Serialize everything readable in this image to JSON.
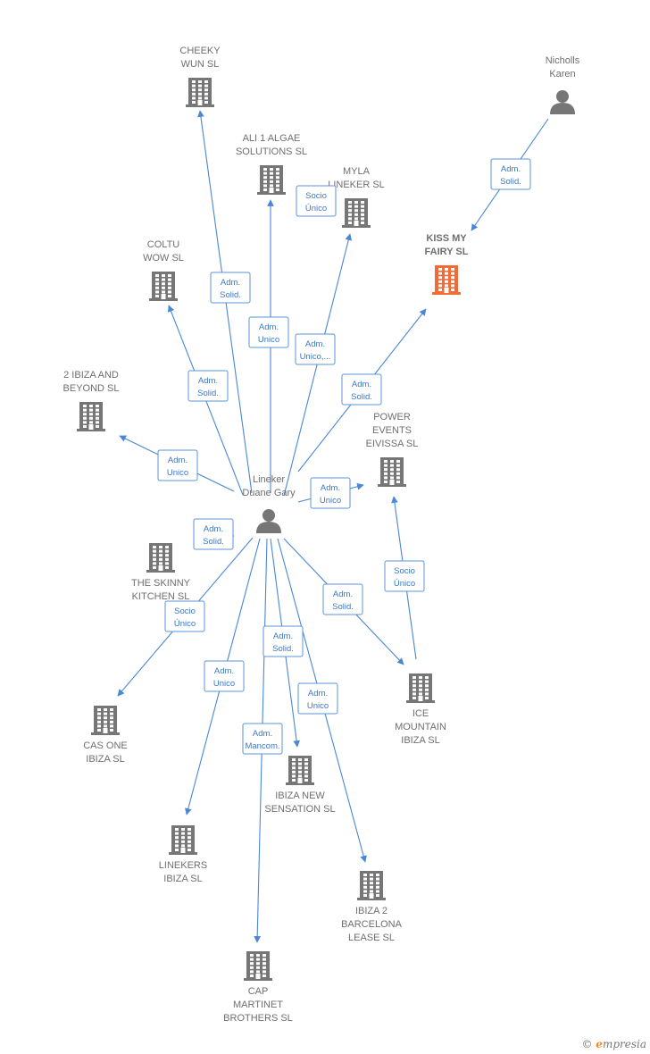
{
  "colors": {
    "edge": "#4a87d6",
    "building": "#767676",
    "focus": "#f26a35",
    "person": "#767676"
  },
  "nodes": [
    {
      "id": "lineker",
      "kind": "person",
      "lines": [
        "Lineker",
        "Duane Gary"
      ]
    },
    {
      "id": "nicholls",
      "kind": "person",
      "lines": [
        "Nicholls",
        "Karen"
      ]
    },
    {
      "id": "kissmyfairy",
      "kind": "focus",
      "lines": [
        "KISS MY",
        "FAIRY  SL"
      ]
    },
    {
      "id": "cheeky",
      "kind": "company",
      "lines": [
        "CHEEKY",
        "WUN  SL"
      ]
    },
    {
      "id": "ali1",
      "kind": "company",
      "lines": [
        "ALI 1 ALGAE",
        "SOLUTIONS  SL"
      ]
    },
    {
      "id": "myla",
      "kind": "company",
      "lines": [
        "MYLA",
        "LINEKER  SL"
      ]
    },
    {
      "id": "coltu",
      "kind": "company",
      "lines": [
        "COLTU",
        "WOW  SL"
      ]
    },
    {
      "id": "ibiza2beyond",
      "kind": "company",
      "lines": [
        "2 IBIZA AND",
        "BEYOND  SL"
      ]
    },
    {
      "id": "power",
      "kind": "company",
      "lines": [
        "POWER",
        "EVENTS",
        "EIVISSA SL"
      ]
    },
    {
      "id": "skinny",
      "kind": "company",
      "lines": [
        "THE SKINNY",
        "KITCHEN  SL"
      ]
    },
    {
      "id": "ice",
      "kind": "company",
      "lines": [
        "ICE",
        "MOUNTAIN",
        "IBIZA SL"
      ]
    },
    {
      "id": "casone",
      "kind": "company",
      "lines": [
        "CAS ONE",
        "IBIZA  SL"
      ]
    },
    {
      "id": "ibizanew",
      "kind": "company",
      "lines": [
        "IBIZA NEW",
        "SENSATION  SL"
      ]
    },
    {
      "id": "linekers",
      "kind": "company",
      "lines": [
        "LINEKERS",
        "IBIZA  SL"
      ]
    },
    {
      "id": "ibiza2bcn",
      "kind": "company",
      "lines": [
        "IBIZA 2",
        "BARCELONA",
        "LEASE  SL"
      ]
    },
    {
      "id": "cap",
      "kind": "company",
      "lines": [
        "CAP",
        "MARTINET",
        "BROTHERS  SL"
      ]
    }
  ],
  "edges": [
    {
      "from": "nicholls",
      "to": "kissmyfairy",
      "lines": [
        "Adm.",
        "Solid."
      ]
    },
    {
      "from": "lineker",
      "to": "cheeky",
      "lines": [
        "Adm.",
        "Solid."
      ]
    },
    {
      "from": "lineker",
      "to": "ali1",
      "lines": [
        "Adm.",
        "Unico"
      ]
    },
    {
      "from": "lineker",
      "to": "myla",
      "lines": [
        "Adm.",
        "Unico,..."
      ]
    },
    {
      "from": "lineker",
      "to": "myla",
      "lines": [
        "Socio",
        "Único"
      ]
    },
    {
      "from": "lineker",
      "to": "coltu",
      "lines": [
        "Adm.",
        "Solid."
      ]
    },
    {
      "from": "lineker",
      "to": "kissmyfairy",
      "lines": [
        "Adm.",
        "Solid."
      ]
    },
    {
      "from": "lineker",
      "to": "ibiza2beyond",
      "lines": [
        "Adm.",
        "Unico"
      ]
    },
    {
      "from": "lineker",
      "to": "power",
      "lines": [
        "Adm.",
        "Unico"
      ]
    },
    {
      "from": "lineker",
      "to": "skinny",
      "lines": [
        "Adm.",
        "Solid."
      ]
    },
    {
      "from": "lineker",
      "to": "casone",
      "lines": [
        "Socio",
        "Único"
      ]
    },
    {
      "from": "lineker",
      "to": "ice",
      "lines": [
        "Adm.",
        "Solid."
      ]
    },
    {
      "from": "ice",
      "to": "power",
      "lines": [
        "Socio",
        "Único"
      ]
    },
    {
      "from": "lineker",
      "to": "linekers",
      "lines": [
        "Adm.",
        "Unico"
      ]
    },
    {
      "from": "lineker",
      "to": "ibizanew",
      "lines": [
        "Adm.",
        "Solid."
      ]
    },
    {
      "from": "lineker",
      "to": "ibiza2bcn",
      "lines": [
        "Adm.",
        "Unico"
      ]
    },
    {
      "from": "lineker",
      "to": "cap",
      "lines": [
        "Adm.",
        "Mancom."
      ]
    }
  ],
  "brand": {
    "symbol": "©",
    "initial": "e",
    "rest": "mpresia"
  }
}
